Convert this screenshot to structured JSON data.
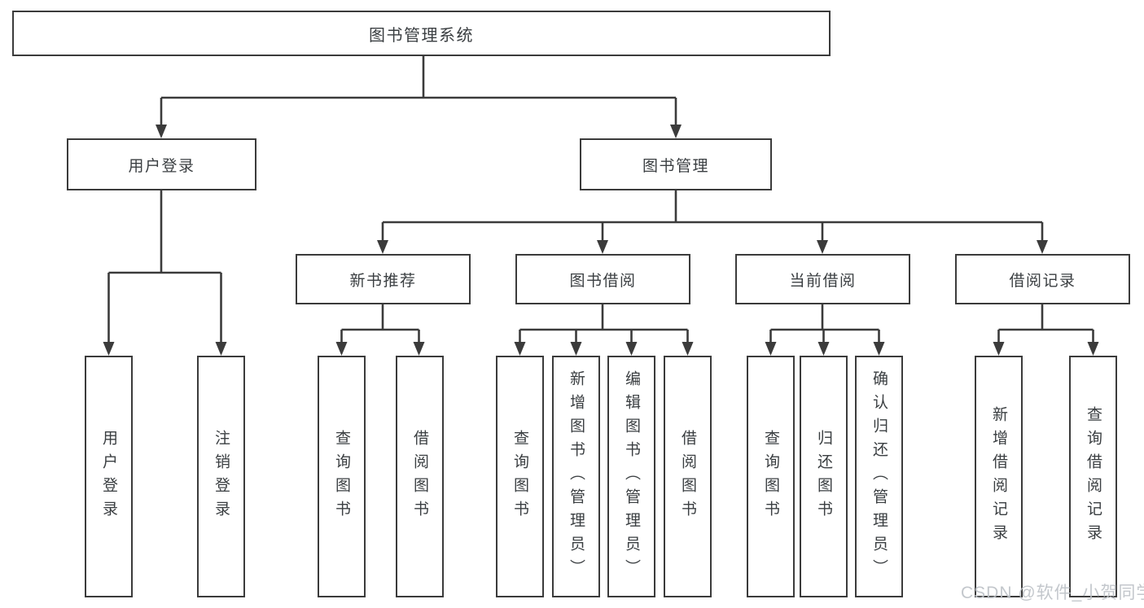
{
  "diagram": {
    "root": {
      "label": "图书管理系统"
    },
    "level2": [
      {
        "label": "用户登录"
      },
      {
        "label": "图书管理"
      }
    ],
    "level3": [
      {
        "label": "新书推荐"
      },
      {
        "label": "图书借阅"
      },
      {
        "label": "当前借阅"
      },
      {
        "label": "借阅记录"
      }
    ],
    "leaves": {
      "user_login": [
        {
          "label": "用户登录"
        },
        {
          "label": "注销登录"
        }
      ],
      "new_book_recommend": [
        {
          "label": "查询图书"
        },
        {
          "label": "借阅图书"
        }
      ],
      "book_borrowing": [
        {
          "label": "查询图书"
        },
        {
          "label": "新增图书（管理员）"
        },
        {
          "label": "编辑图书（管理员）"
        },
        {
          "label": "借阅图书"
        }
      ],
      "current_borrowing": [
        {
          "label": "查询图书"
        },
        {
          "label": "归还图书"
        },
        {
          "label": "确认归还（管理员）"
        }
      ],
      "borrowing_records": [
        {
          "label": "新增借阅记录"
        },
        {
          "label": "查询借阅记录"
        }
      ]
    }
  },
  "watermark": {
    "text": "CSDN @软件_小贺同学"
  },
  "colors": {
    "line": "#3b3b3b",
    "text": "#3a3e41",
    "watermark": "#bec3c8",
    "background": "#ffffff"
  }
}
